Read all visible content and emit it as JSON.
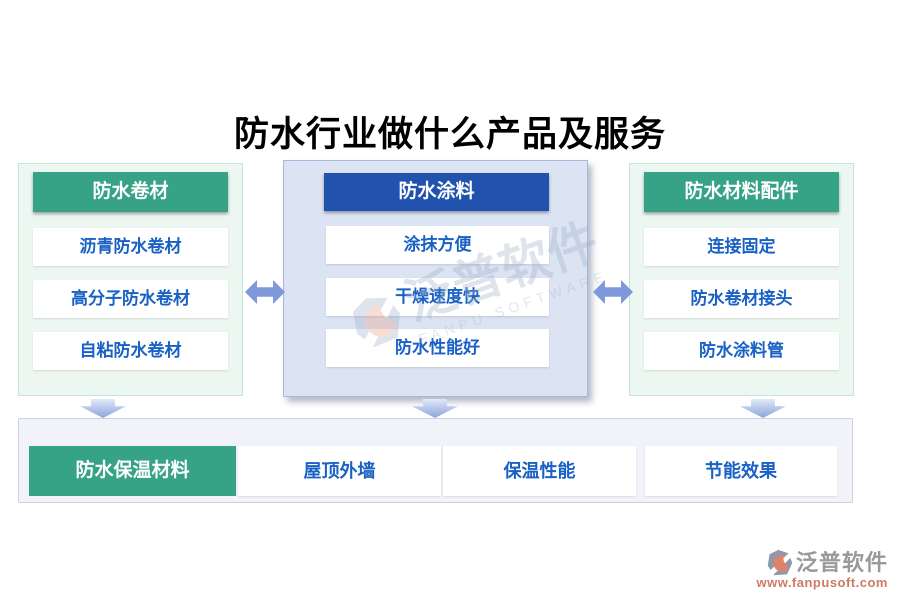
{
  "title": "防水行业做什么产品及服务",
  "columns": [
    {
      "header": "防水卷材",
      "items": [
        "沥青防水卷材",
        "高分子防水卷材",
        "自粘防水卷材"
      ]
    },
    {
      "header": "防水涂料",
      "items": [
        "涂抹方便",
        "干燥速度快",
        "防水性能好"
      ]
    },
    {
      "header": "防水材料配件",
      "items": [
        "连接固定",
        "防水卷材接头",
        "防水涂料管"
      ]
    }
  ],
  "bottom_row": {
    "header": "防水保温材料",
    "items": [
      "屋顶外墙",
      "保温性能",
      "节能效果"
    ]
  },
  "watermark": {
    "text": "泛普软件",
    "subtext": "FANPU SOFTWARE"
  },
  "footer": {
    "brand": "泛普软件",
    "url": "www.fanpusoft.com"
  },
  "colors": {
    "green_header": "#36a286",
    "blue_header": "#2052ae",
    "item_text_blue": "#1961c5",
    "arrow_blue": "#7e98d9",
    "side_panel_bg": "#edf7f2",
    "mid_panel_bg": "#dce3f3",
    "bottom_panel_bg": "#f1f3f8",
    "footer_url_color": "#cf7a64"
  }
}
